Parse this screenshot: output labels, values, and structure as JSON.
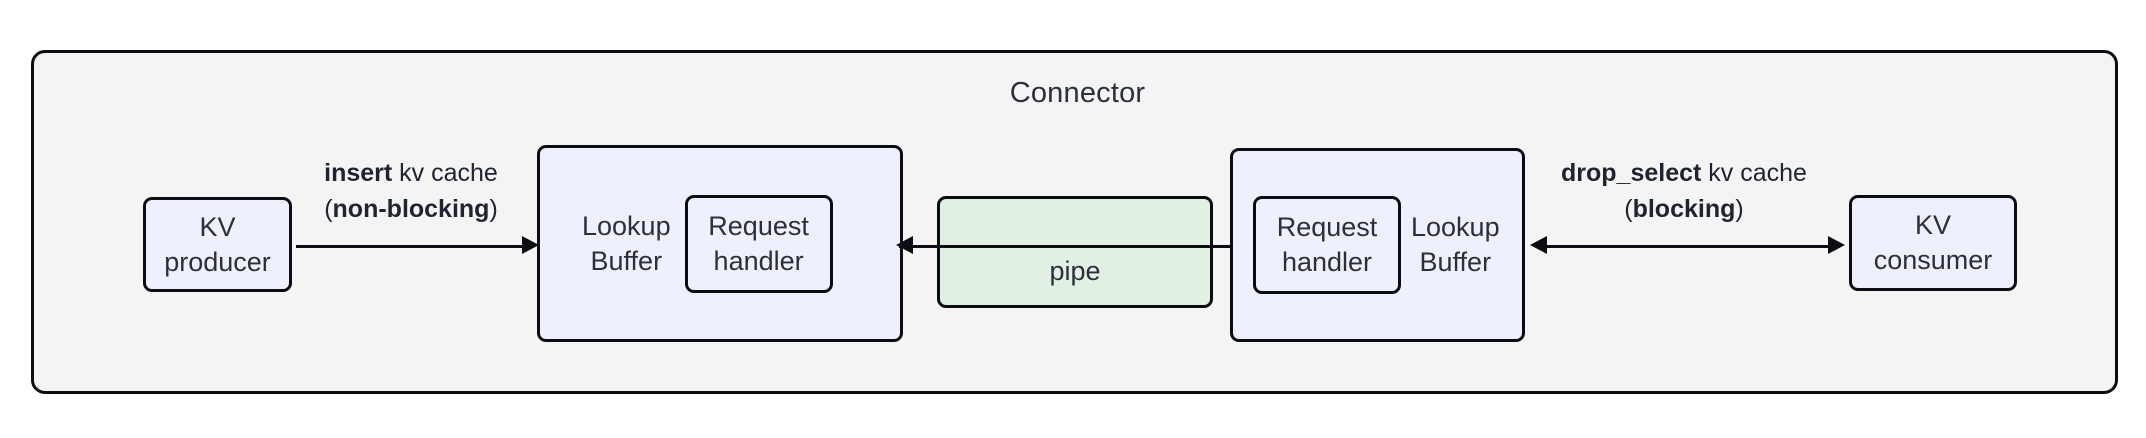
{
  "diagram": {
    "title": "Connector",
    "colors": {
      "container_bg": "#f4f4f4",
      "node_blue": "#edf1fd",
      "node_green": "#e2f0e4",
      "stroke": "#0b0d12",
      "text": "#2b303b"
    }
  },
  "nodes": {
    "kv_producer": {
      "line1": "KV",
      "line2": "producer"
    },
    "kv_consumer": {
      "line1": "KV",
      "line2": "consumer"
    },
    "lookup_buffer_left": {
      "label_line1": "Lookup",
      "label_line2": "Buffer",
      "handler_line1": "Request",
      "handler_line2": "handler"
    },
    "lookup_buffer_right": {
      "label_line1": "Lookup",
      "label_line2": "Buffer",
      "handler_line1": "Request",
      "handler_line2": "handler"
    },
    "pipe": {
      "label": "pipe"
    }
  },
  "edges": {
    "insert": {
      "line1_bold": "insert",
      "line1_rest": " kv cache",
      "line2_open": "(",
      "line2_bold": "non-blocking",
      "line2_close": ")",
      "direction": "right"
    },
    "drop_select": {
      "line1_bold": "drop_select",
      "line1_rest": " kv cache",
      "line2_open": "(",
      "line2_bold": "blocking",
      "line2_close": ")",
      "direction": "bidirectional"
    },
    "pipe_to_left_buffer": {
      "direction": "left"
    },
    "pipe_to_right_buffer": {
      "direction": "right"
    }
  }
}
